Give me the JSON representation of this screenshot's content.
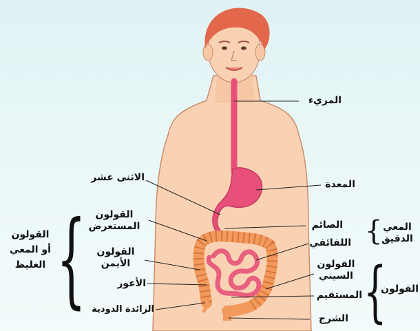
{
  "labels": {
    "esophagus": "المريء",
    "duodenum": "الاثنى عشر",
    "stomach": "المعدة",
    "transverse_colon_1": "القولون",
    "transverse_colon_2": "المستعرض",
    "jejunum": "الصائم",
    "ascending_colon_1": "القولون",
    "ascending_colon_2": "الأيمن",
    "ileum": "اللفائفي",
    "sigmoid_colon_1": "القولون",
    "sigmoid_colon_2": "السيني",
    "cecum": "الأعور",
    "rectum": "المستقيم",
    "appendix": "الزائدة الدودية",
    "anus": "الشرج",
    "large_intestine_1": "القولون",
    "large_intestine_2": "أو المعي",
    "large_intestine_3": "الغليظ",
    "small_intestine_1": "المعي",
    "small_intestine_2": "الدقيق",
    "colon_group": "القولون"
  },
  "colors": {
    "skin": "#f9d2b4",
    "skin_outline": "#c98d6d",
    "hair": "#e2674b",
    "organ": "#e8507a",
    "organ_dark": "#c23c63",
    "colon": "#f19a5c",
    "small_intestine": "#e9607f"
  }
}
